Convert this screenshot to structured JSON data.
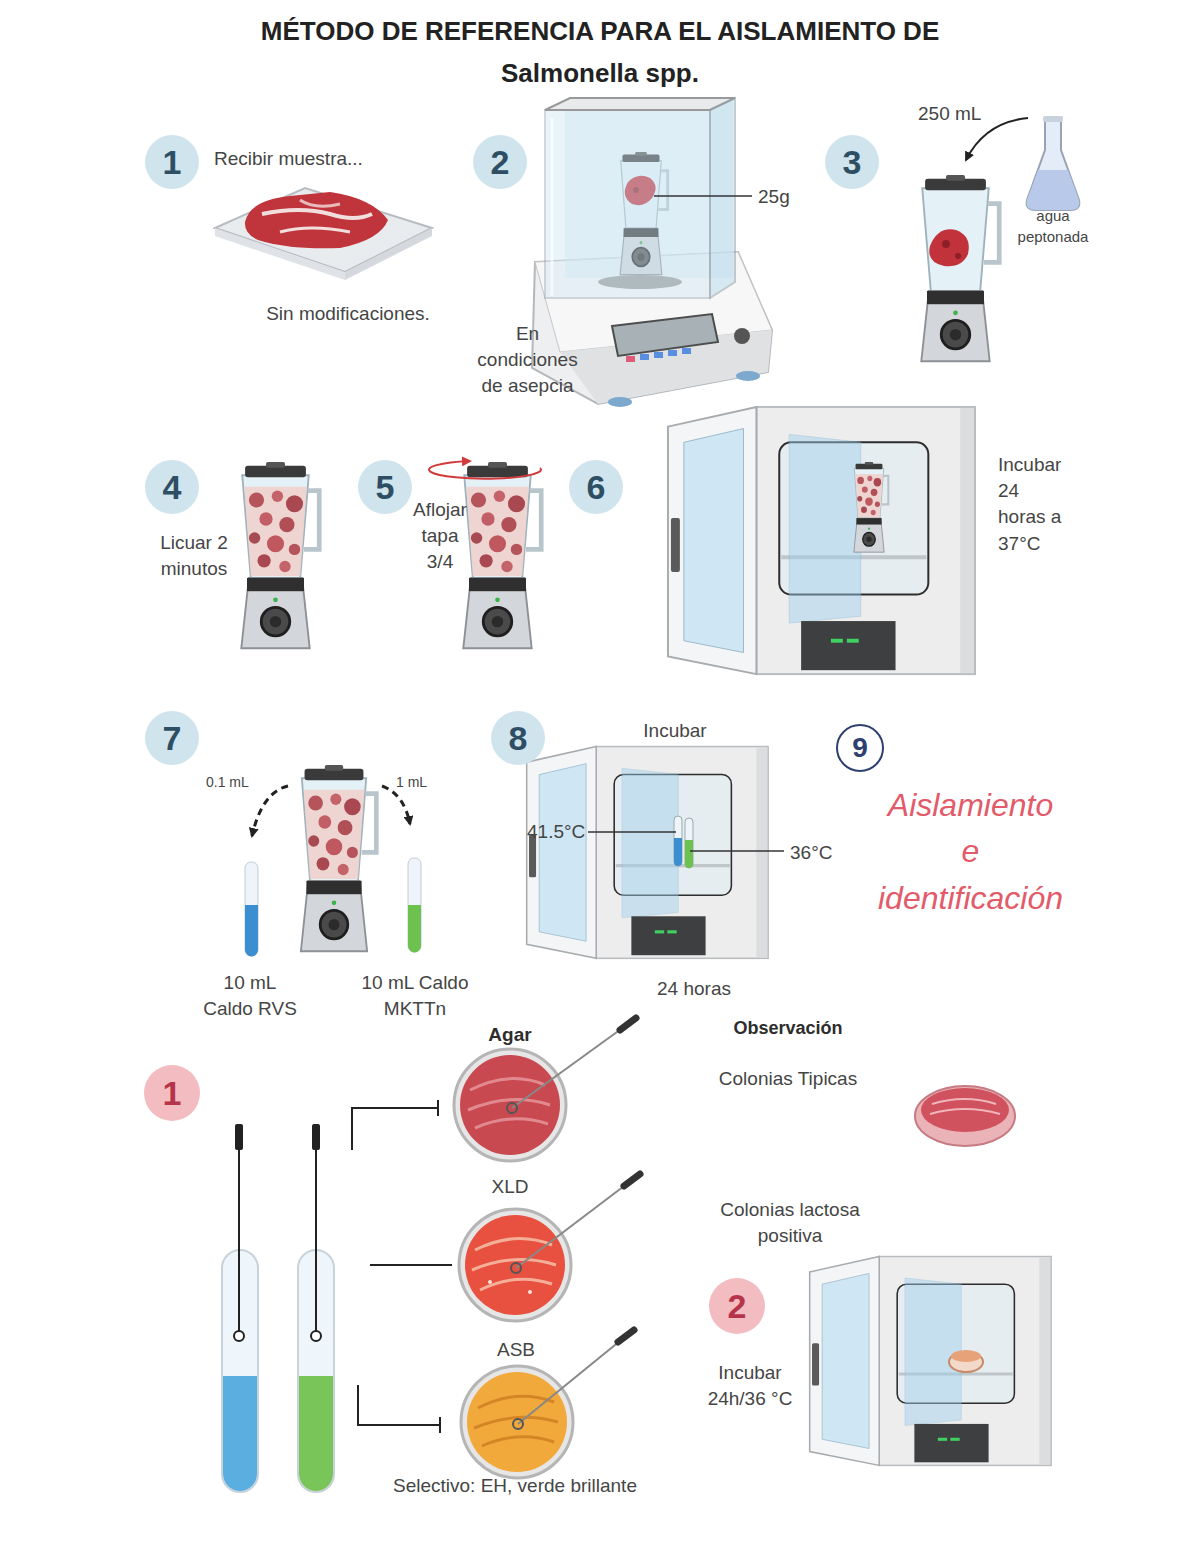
{
  "diagram": {
    "title": "MÉTODO DE REFERENCIA PARA EL AISLAMIENTO DE Salmonella spp.",
    "nodes": [
      {
        "text": [
          "1"
        ]
      },
      {
        "text": [
          "2"
        ]
      },
      {
        "text": [
          "3"
        ]
      },
      {
        "text": [
          "4"
        ]
      },
      {
        "text": [
          "5"
        ]
      },
      {
        "text": [
          "6"
        ]
      },
      {
        "text": [
          "7"
        ]
      },
      {
        "text": [
          "8"
        ]
      },
      {
        "text": [
          "9"
        ]
      },
      {
        "text": [
          "1"
        ]
      },
      {
        "text": [
          "2"
        ]
      }
    ],
    "labels": [
      "Recibir muestra...",
      "Sin modificaciones.",
      "25g",
      "En condiciones de asepcia",
      "250 mL",
      "agua peptonada",
      "Licuar 2 minutos",
      "Aflojar tapa 3/4",
      "Incubar 24 horas a 37°C",
      "0.1 mL",
      "1 mL",
      "10 mL Caldo RVS",
      "10 mL Caldo MKTTn",
      "Incubar",
      "41.5°C",
      "36°C",
      "24 horas",
      "Aislamiento e identificación",
      "Agar",
      "Observación",
      "Colonias Tipicas",
      "XLD",
      "Colonias lactosa positiva",
      "ASB",
      "Incubar 24h/36 °C",
      "Selectivo: EH, verde brillante"
    ]
  }
}
